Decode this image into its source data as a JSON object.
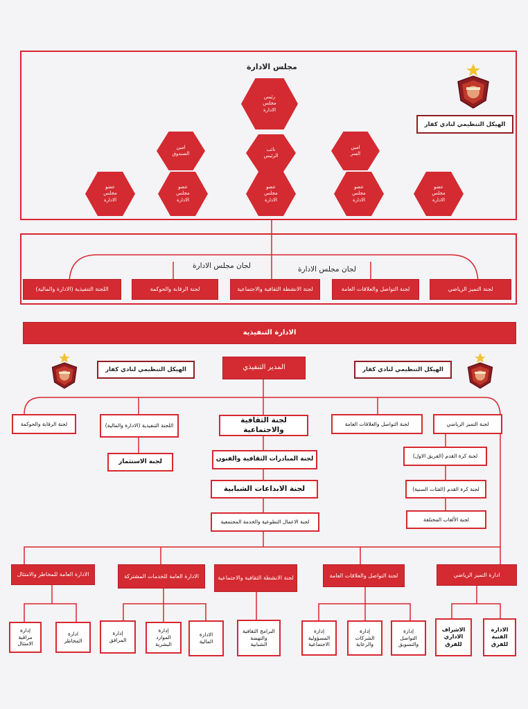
{
  "board": {
    "title": "مجلس الادارة",
    "chairman": "رئيس\nمجلس\nالادارة",
    "treasurer": "امين\nالصندوق",
    "vice_chairman": "نائب\nالرئيس",
    "secretary": "امين\nالسر",
    "members": [
      "عضو\nمجلس\nالادارة",
      "عضو\nمجلس\nالادارة",
      "عضو\nمجلس\nالادارة",
      "عضو\nمجلس\nالادارة",
      "عضو\nمجلس\nالادارة"
    ]
  },
  "header_title": "الهيكل التنظيمي لنادي كفار",
  "committees": {
    "label_left": "لجان مجلس الادارة",
    "label_right": "لجان مجلس الادارة",
    "items": [
      "اللجنة التنفيذية (الادارة والمالية)",
      "لجنة الرقابة والحوكمة",
      "لجنة الانشطة الثقافية والاجتماعية",
      "لجنة التواصل والعلاقات العامة",
      "لجنة التميز الرياضي"
    ]
  },
  "executive_bar": "الادارة التنفيذية",
  "executive_director": "المدير التنفيذي",
  "exec_title_left": "الهيكل التنظيمي لنادي كفار",
  "exec_title_right": "الهيكل التنظيمي لنادي كفار",
  "exec_committees": [
    "لجنة الرقابة والحوكمة",
    "اللجنة التنفيذية (الادارة والمالية)",
    "لجنة الثقافية والاجتماعية",
    "لجنة التواصل والعلاقات العامة",
    "لجنة التميز الرياضي"
  ],
  "investment": "لجنة الاستثمار",
  "culture_sub": [
    "لجنة المبادرات الثقافية والفنون",
    "لجنة الابداعات الشبابية",
    "لجنة الاعمال التطوعية والخدمة المجتمعية"
  ],
  "sport_sub": [
    "لجنة كرة القدم (الفريق الاول)",
    "لجنة كرة القدم (الفئات السنية)",
    "لجنة الألعاب المختلفة"
  ],
  "departments": [
    "الادارة العامة للمخاطر والامتثال",
    "الادارة العامة للخدمات المشتركة",
    "لجنة الانشطة الثقافية والاجتماعية",
    "لجنة التواصل والعلاقات العامة",
    "ادارة التميز الرياضي"
  ],
  "units": [
    "إدارة\nمراقبة\nالامتثال",
    "ادارة\nالمخاطر",
    "إدارة\nالمرافق",
    "إدارة\nالموارد\nالبشرية",
    "الادارة\nالمالية",
    "البرامج الثقافية\nوالنهضة\nالشبابية",
    "إدارة\nالمسؤولية\nالاجتماعية",
    "إدارة\nالشركات\nوالرعاية",
    "إدارة\nالتواصل\nوالتسويق",
    "الاشراف\nالاداري\nللفرق",
    "الادارة\nالفنية\nللفرق"
  ],
  "colors": {
    "accent": "#d42a31",
    "frame": "#d8262e",
    "background": "#f4f3f6"
  }
}
